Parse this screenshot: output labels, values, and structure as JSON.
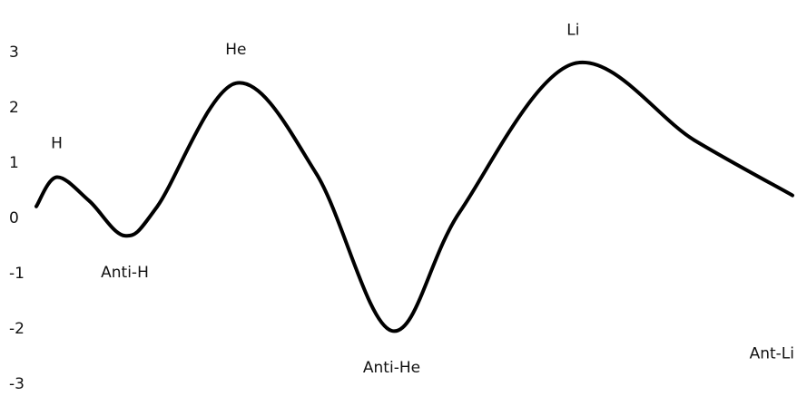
{
  "chart_data": {
    "type": "line",
    "title": "",
    "xlabel": "",
    "ylabel": "",
    "ylim": [
      -3,
      3
    ],
    "y_ticks": [
      "3",
      "2",
      "1",
      "0",
      "-1",
      "-2",
      "-3"
    ],
    "grid": false,
    "axis_lines": false,
    "line_color": "#000000",
    "background": "#ffffff",
    "series": [
      {
        "values": [
          {
            "x": 0.0,
            "y": 0.2
          },
          {
            "x": 0.027,
            "y": 0.73
          },
          {
            "x": 0.07,
            "y": 0.3
          },
          {
            "x": 0.117,
            "y": -0.33
          },
          {
            "x": 0.16,
            "y": 0.2
          },
          {
            "x": 0.264,
            "y": 2.43
          },
          {
            "x": 0.37,
            "y": 0.8
          },
          {
            "x": 0.47,
            "y": -2.05
          },
          {
            "x": 0.56,
            "y": 0.1
          },
          {
            "x": 0.71,
            "y": 2.78
          },
          {
            "x": 0.87,
            "y": 1.4
          },
          {
            "x": 1.0,
            "y": 0.4
          }
        ]
      }
    ],
    "annotations": [
      {
        "text": "H",
        "x": 0.027,
        "y": 0.73,
        "position": "above"
      },
      {
        "text": "Anti-H",
        "x": 0.117,
        "y": -0.33,
        "position": "below"
      },
      {
        "text": "He",
        "x": 0.264,
        "y": 2.43,
        "position": "above"
      },
      {
        "text": "Anti-He",
        "x": 0.47,
        "y": -2.05,
        "position": "below"
      },
      {
        "text": "Li",
        "x": 0.71,
        "y": 2.78,
        "position": "above"
      },
      {
        "text": "Ant-Li",
        "x": 1.0,
        "y": 0.4,
        "position": "far-below"
      }
    ]
  }
}
